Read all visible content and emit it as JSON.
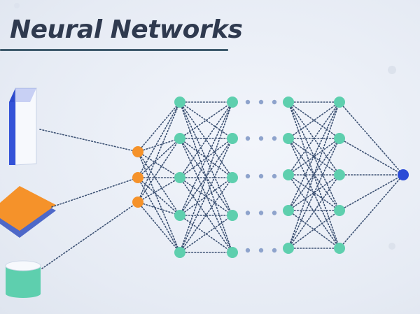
{
  "title": "Neural Networks",
  "colors": {
    "title": "#2f3a4f",
    "underline": "#3f5b6d",
    "input_node": "#f5922a",
    "hidden_node": "#5ecfae",
    "output_node": "#2b4bd6",
    "edge": "#3c5173",
    "ellipsis_dot": "#8ea3cc",
    "image_icon_face": "#3453d8",
    "text_icon": "#f5922a",
    "database_icon": "#5ecfae"
  },
  "input_icons": [
    {
      "name": "image-data-icon"
    },
    {
      "name": "text-data-icon"
    },
    {
      "name": "database-icon"
    }
  ],
  "layers": [
    {
      "role": "input",
      "nodes": 3
    },
    {
      "role": "hidden",
      "nodes": 5
    },
    {
      "role": "hidden",
      "nodes": 5
    },
    {
      "role": "hidden",
      "nodes": 5
    },
    {
      "role": "hidden",
      "nodes": 5
    },
    {
      "role": "output",
      "nodes": 1
    }
  ]
}
